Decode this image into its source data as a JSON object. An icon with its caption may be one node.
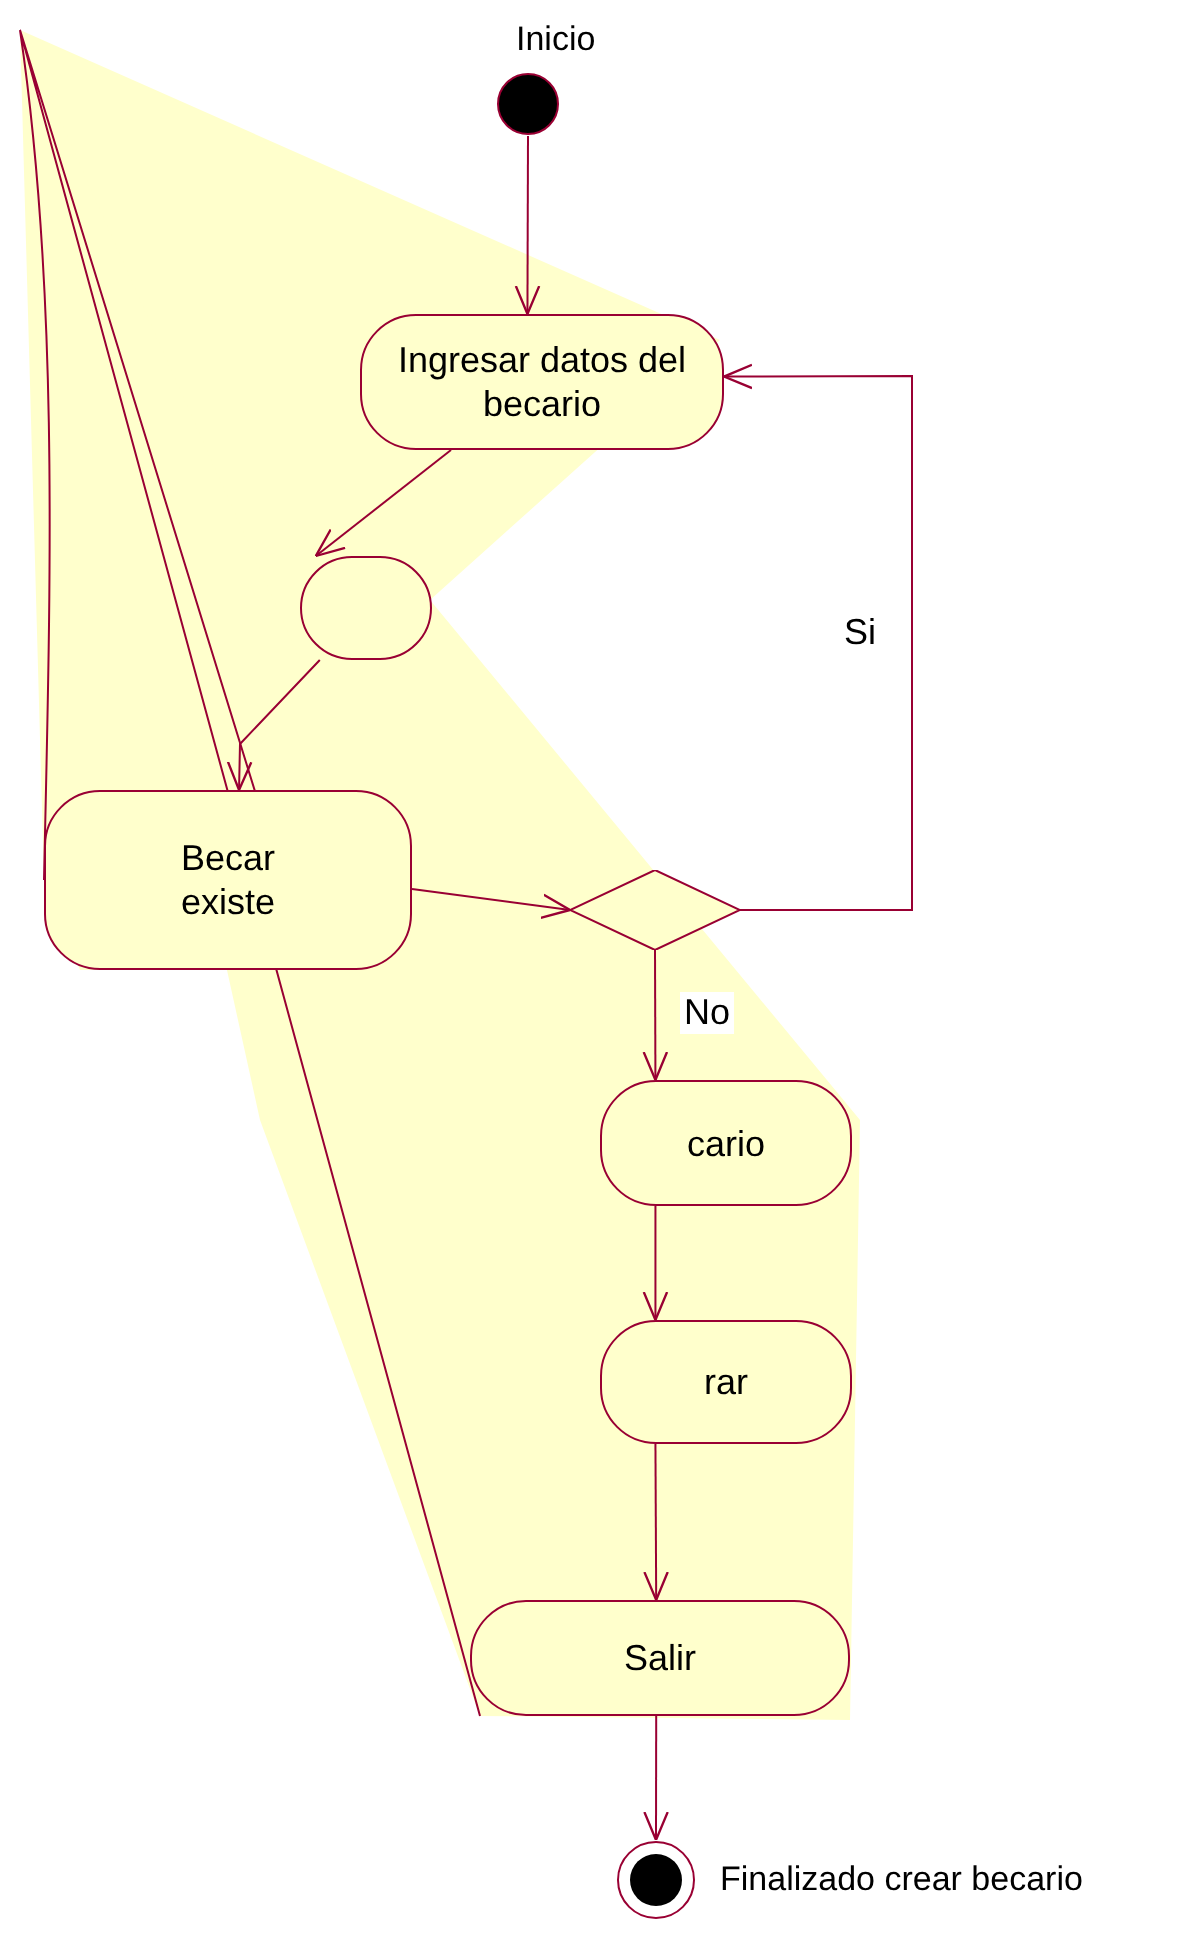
{
  "diagram": {
    "nodes": [
      {
        "text": [],
        "shape": "circle",
        "beside": [
          "Inicio"
        ]
      },
      {
        "text": [
          "Ingresar datos del becario"
        ]
      },
      {
        "text": [],
        "shape": "box"
      },
      {
        "text": [
          "Becar existe"
        ]
      },
      {
        "text": [],
        "shape": "diamond"
      },
      {
        "text": [
          "cario"
        ]
      },
      {
        "text": [
          "rar"
        ]
      },
      {
        "text": [
          "Salir"
        ]
      },
      {
        "text": [],
        "shape": "circle",
        "beside": [
          "Finalizado crear becario"
        ]
      }
    ],
    "edges": [
      {
        "from": 0,
        "to": 1,
        "arrow": "to"
      },
      {
        "from": 1,
        "to": 2,
        "arrow": "to"
      },
      {
        "from": 2,
        "to": 3,
        "arrow": "to"
      },
      {
        "from": 3,
        "to": 4,
        "arrow": "to"
      },
      {
        "from": 4,
        "to": 1,
        "arrow": "to",
        "label": "Si"
      },
      {
        "from": 4,
        "to": 5,
        "arrow": "to",
        "label": "No"
      },
      {
        "from": 5,
        "to": 6,
        "arrow": "to"
      },
      {
        "from": 6,
        "to": 7,
        "arrow": "to"
      },
      {
        "from": 7,
        "to": 8,
        "arrow": "to"
      }
    ]
  }
}
